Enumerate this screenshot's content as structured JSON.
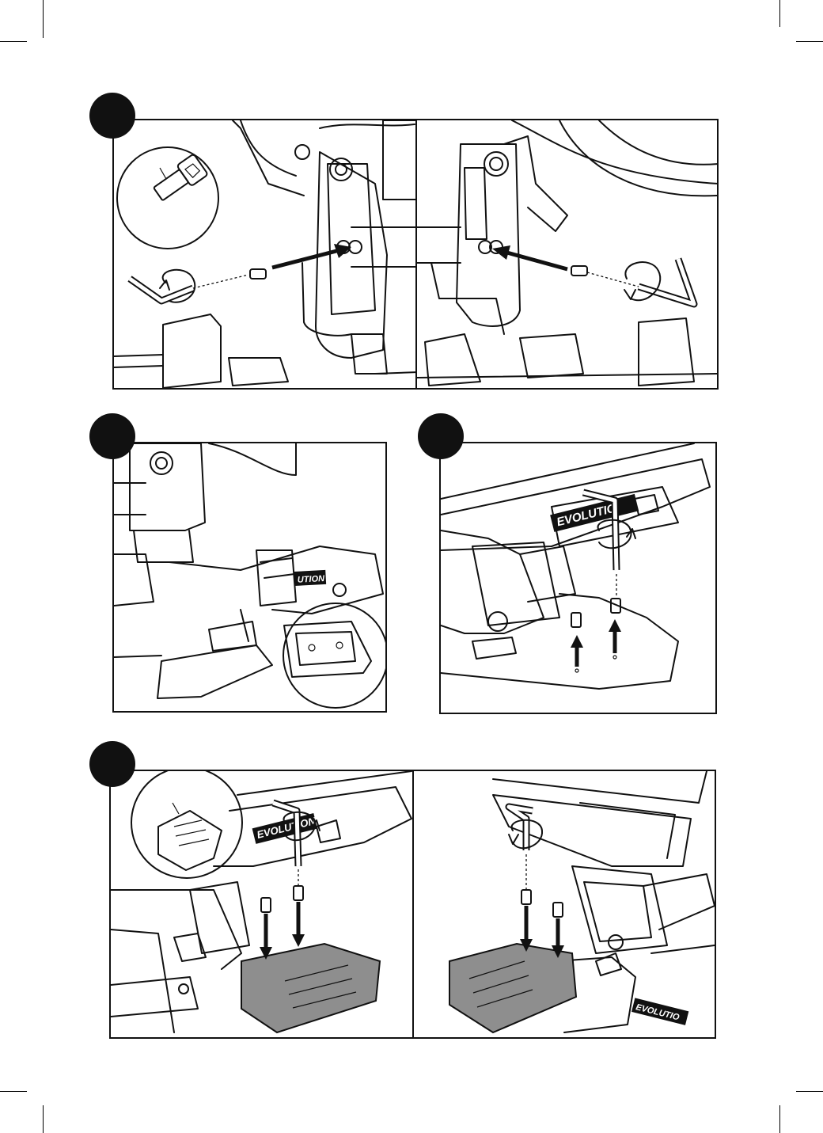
{
  "page": {
    "type": "assembly-illustration-page"
  },
  "brand": {
    "logo_text": "EVOLUTION",
    "logo_partial_a": "EVOLUTIO",
    "logo_partial_b": "UTION",
    "logo_partial_c": "EVOLUTIO"
  },
  "steps": [
    {
      "id": "step-1",
      "panels": [
        "panel-1a",
        "panel-1b"
      ]
    },
    {
      "id": "step-2",
      "panels": [
        "panel-2"
      ]
    },
    {
      "id": "step-3",
      "panels": [
        "panel-3"
      ]
    },
    {
      "id": "step-4",
      "panels": [
        "panel-4a",
        "panel-4b"
      ]
    }
  ],
  "colors": {
    "ink": "#111111",
    "pad_fill": "#8e8e8e",
    "paper": "#ffffff"
  },
  "icons": [
    "hex-socket-screw-icon",
    "hex-key-icon",
    "rotation-arrow-icon",
    "insertion-arrow-icon",
    "magnifier-callout-icon",
    "support-pad-icon"
  ]
}
